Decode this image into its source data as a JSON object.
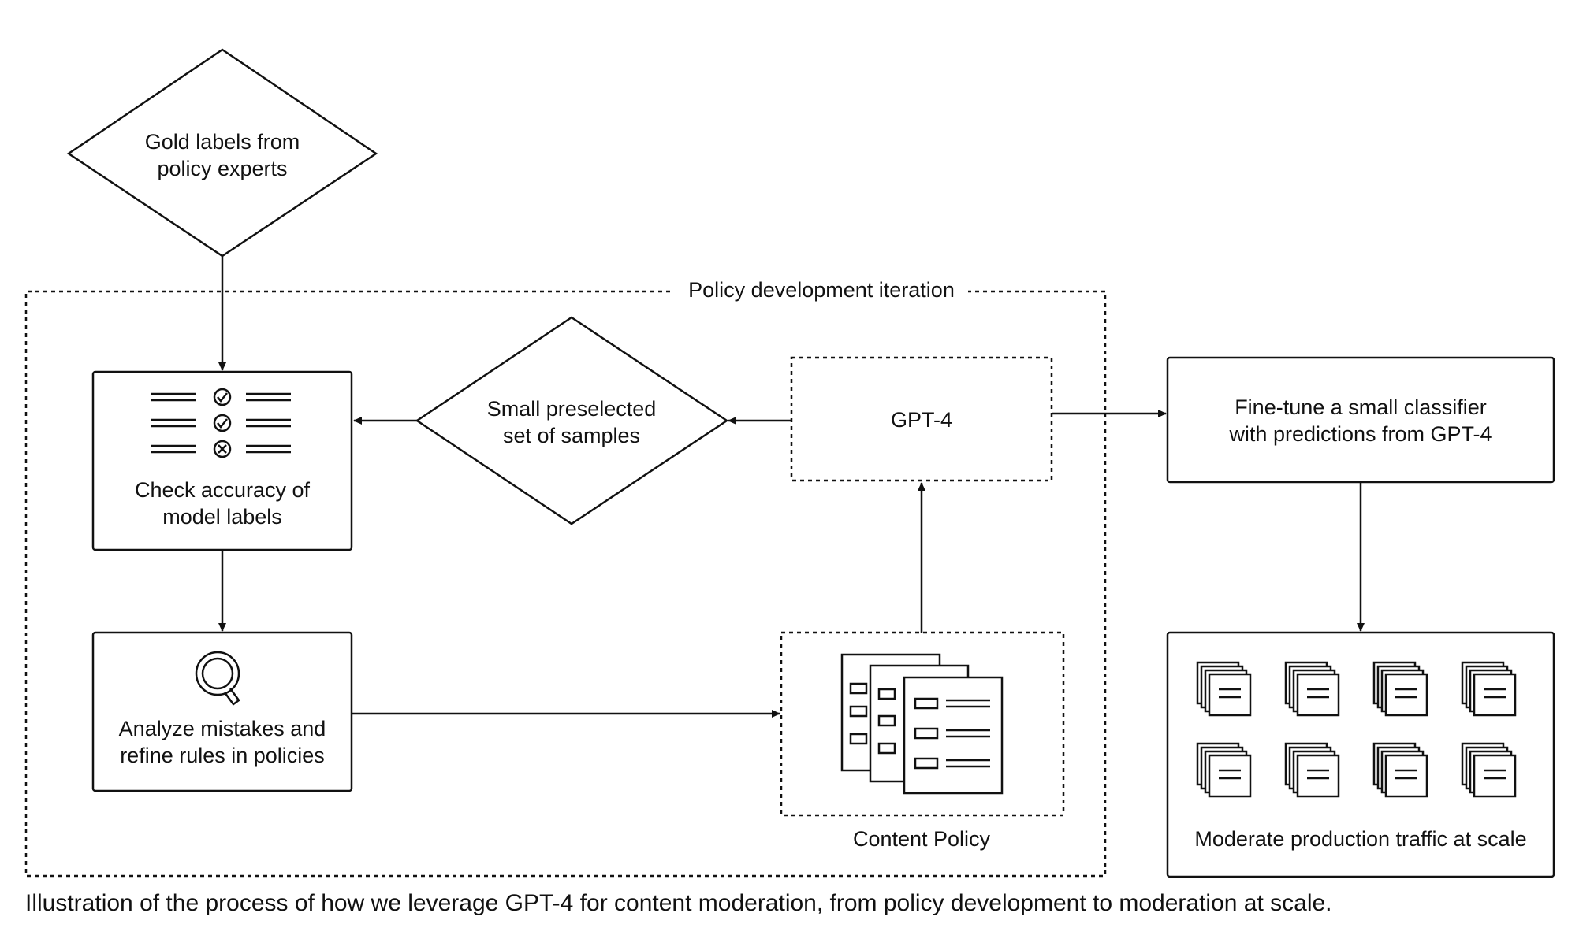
{
  "diagram": {
    "gold_labels": {
      "line1": "Gold labels from",
      "line2": "policy experts"
    },
    "iteration_label": "Policy development iteration",
    "check_accuracy": {
      "line1": "Check accuracy of",
      "line2": "model labels"
    },
    "samples": {
      "line1": "Small preselected",
      "line2": "set of samples"
    },
    "gpt4": "GPT-4",
    "analyze": {
      "line1": "Analyze mistakes and",
      "line2": "refine rules in policies"
    },
    "content_policy": "Content Policy",
    "fine_tune": {
      "line1": "Fine-tune a small classifier",
      "line2": "with predictions from GPT-4"
    },
    "moderate": "Moderate production traffic at scale"
  },
  "caption": "Illustration of the process of how we leverage GPT-4 for content moderation, from policy development to moderation at scale.",
  "icons": [
    "checklist-icon",
    "magnifier-icon",
    "policy-documents-icon",
    "document-stack-icon"
  ],
  "colors": {
    "stroke": "#111111",
    "background": "#ffffff"
  }
}
